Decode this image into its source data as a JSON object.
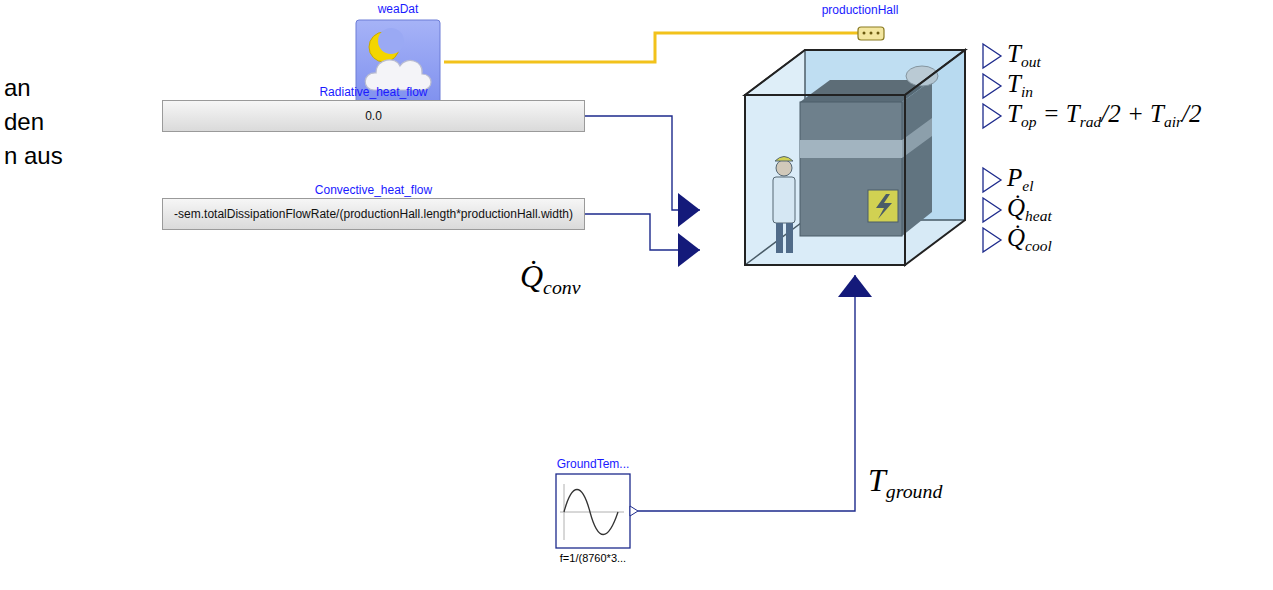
{
  "diagram": {
    "nodes": [
      {
        "text": [
          "weaDat"
        ]
      },
      {
        "text": [
          "productionHall"
        ]
      },
      {
        "text": [
          "Radiative_heat_flow",
          "0.0"
        ]
      },
      {
        "text": [
          "Convective_heat_flow",
          "-sem.totalDissipationFlowRate/(productionHall.length*productionHall.width)"
        ]
      },
      {
        "text": [
          "GroundTem...",
          "f=1/(8760*3..."
        ]
      }
    ],
    "edges": [
      {
        "from": 0,
        "to": 1,
        "arrow": "none"
      },
      {
        "from": 2,
        "to": 1,
        "arrow": "to"
      },
      {
        "from": 3,
        "to": 1,
        "arrow": "to",
        "label": "Q̇conv"
      },
      {
        "from": 4,
        "to": 1,
        "arrow": "to",
        "label": "Tground"
      }
    ],
    "labels": [
      "an",
      "den",
      "n aus",
      "Tout",
      "Tin",
      "Top = Trad/2 + Tair/2",
      "Pel",
      "Q̇heat",
      "Q̇cool"
    ]
  }
}
